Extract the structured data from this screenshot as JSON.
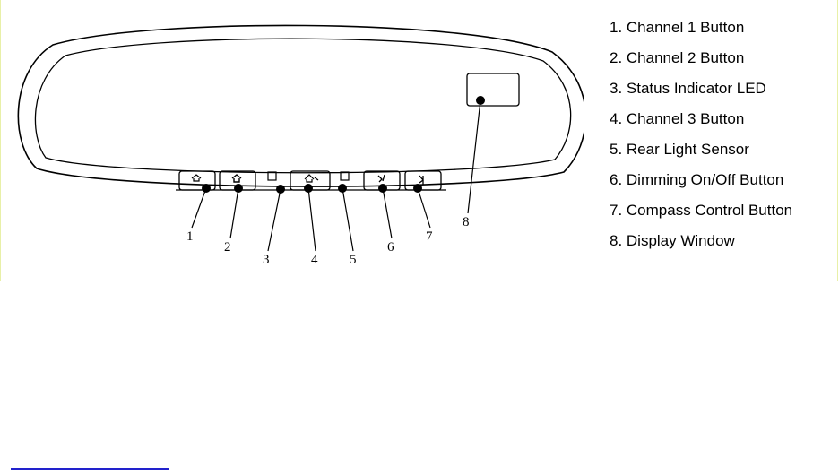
{
  "callout_numbers": [
    "1",
    "2",
    "3",
    "4",
    "5",
    "6",
    "7",
    "8"
  ],
  "legend": [
    "1. Channel 1 Button",
    "2. Channel 2 Button",
    "3. Status Indicator LED",
    "4. Channel 3 Button",
    "5. Rear Light Sensor",
    "6. Dimming On/Off Button",
    "7. Compass Control Button",
    "8. Display Window"
  ],
  "button_icons": [
    "channel-1-icon",
    "channel-2-icon",
    "channel-3-icon",
    "dimming-icon",
    "compass-icon"
  ],
  "colors": {
    "panel_border": "#e8f0a8",
    "link_underline": "#2222cc"
  }
}
